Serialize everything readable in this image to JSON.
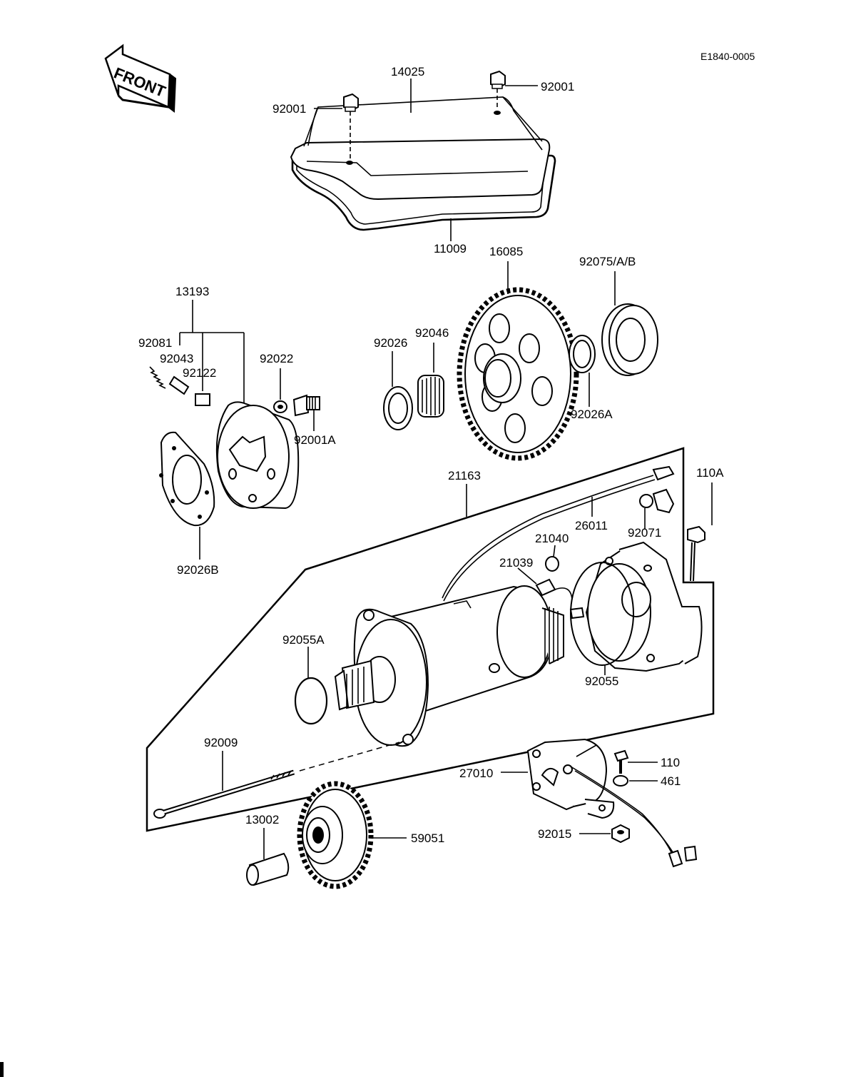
{
  "diagram_code": "E1840-0005",
  "front_label": "FRONT",
  "parts": {
    "cover": "14025",
    "cover_bolt_left": "92001",
    "cover_bolt_right": "92001",
    "cover_gasket": "11009",
    "clutch_gear": "16085",
    "shim_right": "92075/A/B",
    "clutch_assy": "13193",
    "spring": "92081",
    "pin": "92043",
    "roller": "92122",
    "washer_22": "92022",
    "bolt_clutch": "92001A",
    "plate": "92026B",
    "washer_left": "92026",
    "needle_bearing": "92046",
    "washer_right": "92026A",
    "starter_motor": "21163",
    "lead": "26011",
    "cap": "92071",
    "bolt_long": "110A",
    "brush_spring": "21040",
    "brush": "21039",
    "o_ring_front": "92055A",
    "o_ring_rear": "92055",
    "through_bolt": "92009",
    "relay": "27010",
    "bolt_relay": "110",
    "washer_relay": "461",
    "nut_relay": "92015",
    "collar": "13002",
    "idle_gear": "59051"
  }
}
